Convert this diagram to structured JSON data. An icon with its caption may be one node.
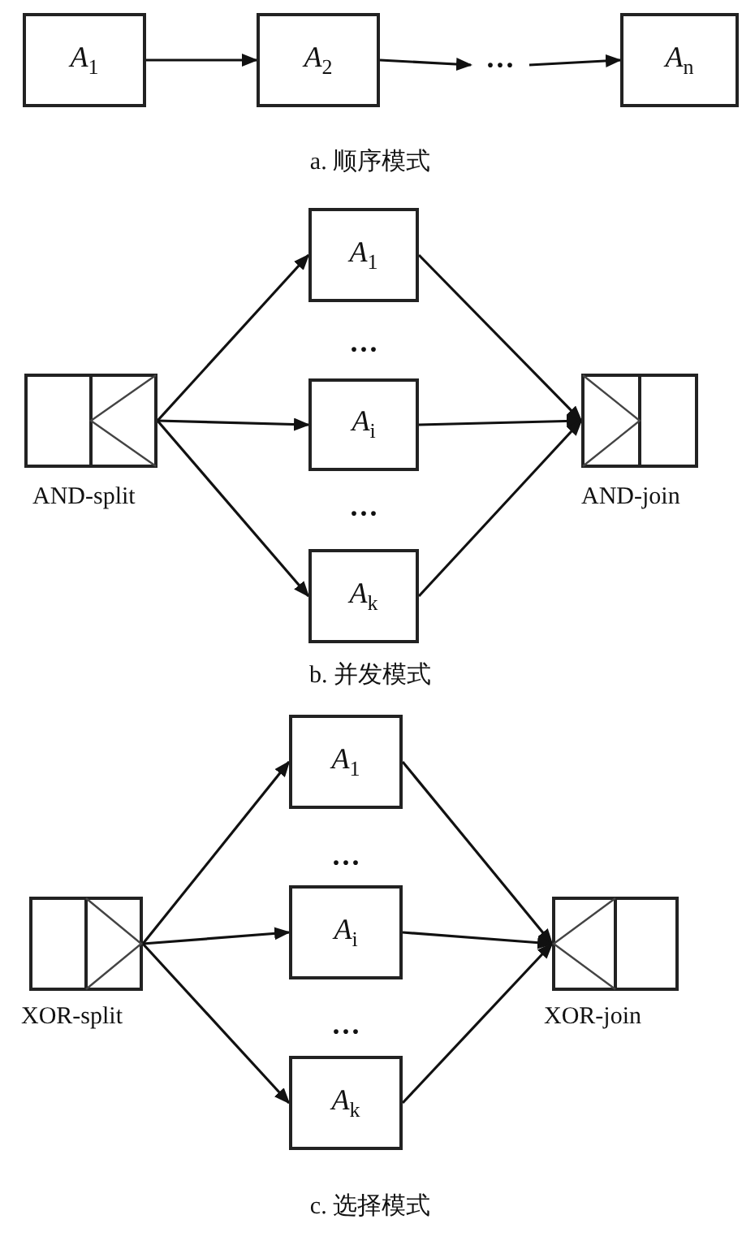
{
  "diagram": {
    "nodes": [
      {
        "text": [
          "*A*$_{1}$"
        ]
      },
      {
        "text": [
          "*A*$_{2}$"
        ]
      },
      {
        "text": [
          "···"
        ]
      },
      {
        "text": [
          "*A*$_{n}$"
        ]
      },
      {
        "text": [
          "AND-split"
        ]
      },
      {
        "text": [
          "*A*$_{1}$"
        ]
      },
      {
        "text": [
          "*A*$_{i}$"
        ]
      },
      {
        "text": [
          "*A*$_{k}$"
        ]
      },
      {
        "text": [
          "AND-join"
        ]
      },
      {
        "text": [
          "XOR-split"
        ]
      },
      {
        "text": [
          "*A*$_{1}$"
        ]
      },
      {
        "text": [
          "*A*$_{i}$"
        ]
      },
      {
        "text": [
          "*A*$_{k}$"
        ]
      },
      {
        "text": [
          "XOR-join"
        ]
      }
    ],
    "edges": [
      {
        "from": 0,
        "to": 1,
        "arrow": "to"
      },
      {
        "from": 1,
        "to": 2,
        "arrow": "to"
      },
      {
        "from": 2,
        "to": 3,
        "arrow": "to"
      },
      {
        "from": 4,
        "to": 5,
        "arrow": "to"
      },
      {
        "from": 4,
        "to": 6,
        "arrow": "to"
      },
      {
        "from": 4,
        "to": 7,
        "arrow": "to"
      },
      {
        "from": 5,
        "to": 8,
        "arrow": "to"
      },
      {
        "from": 6,
        "to": 8,
        "arrow": "to"
      },
      {
        "from": 7,
        "to": 8,
        "arrow": "to"
      },
      {
        "from": 9,
        "to": 10,
        "arrow": "to"
      },
      {
        "from": 9,
        "to": 11,
        "arrow": "to"
      },
      {
        "from": 9,
        "to": 12,
        "arrow": "to"
      },
      {
        "from": 10,
        "to": 13,
        "arrow": "to"
      },
      {
        "from": 11,
        "to": 13,
        "arrow": "to"
      },
      {
        "from": 12,
        "to": 13,
        "arrow": "to"
      }
    ],
    "labels": [
      "a. 顺序模式",
      "···",
      "···",
      "b. 并发模式",
      "···",
      "···",
      "c. 选择模式"
    ]
  }
}
